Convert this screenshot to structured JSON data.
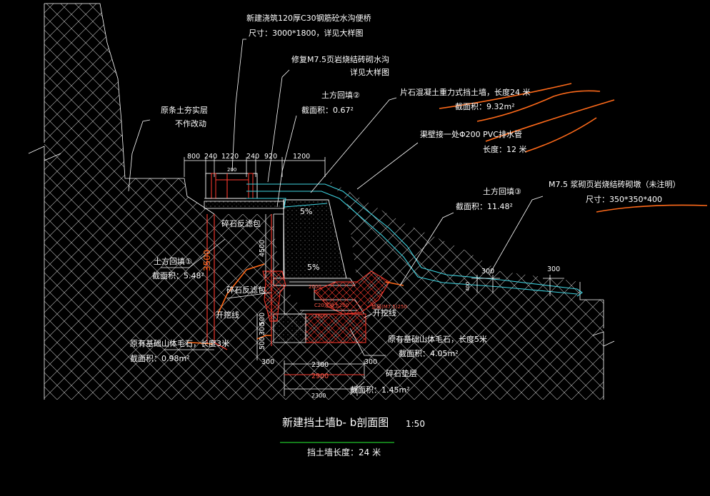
{
  "annotations": {
    "bridge_line1": "新建浇筑120厚C30钢筋砼水沟便桥",
    "bridge_line2": "尺寸：3000*1800，详见大样图",
    "ditch_line1": "修复M7.5页岩烧结砖砌水沟",
    "ditch_line2": "详见大样图",
    "backfill2_name": "土方回填②",
    "backfill2_area": "截面积：0.67²",
    "gravity_wall": "片石混凝土重力式挡土墙，长度24 米",
    "gravity_area": "截面积：9.32m²",
    "pvc_line1": "渠壁接一处Φ200 PVC排水管",
    "pvc_line2": "长度：12 米",
    "slope_line1": "原条土夯实层",
    "slope_line2": "不作改动",
    "backfill3_name": "土方回填③",
    "backfill3_area": "截面积：11.48²",
    "masonry_line1": "M7.5 浆砌页岩烧结砖砌墩（未注明）",
    "masonry_line2": "尺寸：350*350*400",
    "gravel_filter_top": "碎石反滤包",
    "gravel_filter_mid": "碎石反滤包",
    "backfill1_name": "土方回填①",
    "backfill1_area": "截面积：5.48²",
    "excav_left": "开挖线",
    "excav_right": "开挖线",
    "rubble_left_line1": "原有基础山体毛石，长度3米",
    "rubble_left_area": "截面积：0.98m²",
    "rubble_right_line1": "原有基础山体毛石，长度5米",
    "rubble_right_area": "截面积：4.05m²",
    "gravel_cushion": "碎石垫层",
    "cushion_area": "截面积：1.45m²",
    "slope_pct_top": "5%",
    "slope_pct_mid": "5%",
    "small_note_1": "垫层(M7.5)250",
    "small_note_2": "C20混凝土200"
  },
  "dimensions": {
    "top": [
      "800",
      "240",
      "1220",
      "240",
      "920",
      "1200"
    ],
    "wall_height": "4500",
    "left_total": "3500",
    "left_500": "500",
    "left_300a": "300",
    "left_500b": "500",
    "bot_300_left": "300",
    "bot_300_right": "300",
    "bot_2300": "2300",
    "bot_2900": "2900",
    "bot_2300_lower": "2300",
    "base_2000": "2000",
    "base_2800": "2800",
    "right_300a": "300",
    "right_300b": "300",
    "right_400": "400",
    "small_200": "200"
  },
  "title": {
    "main": "新建挡土墙b- b剖面图",
    "scale": "1:50",
    "length": "挡土墙长度：24 米"
  },
  "colors": {
    "background": "#000000",
    "linework": "#ffffff",
    "cyan": "#3fd3e0",
    "red": "#ff3b2f",
    "orange_markup": "#ff6a1a",
    "title_underline": "#21c42b"
  }
}
